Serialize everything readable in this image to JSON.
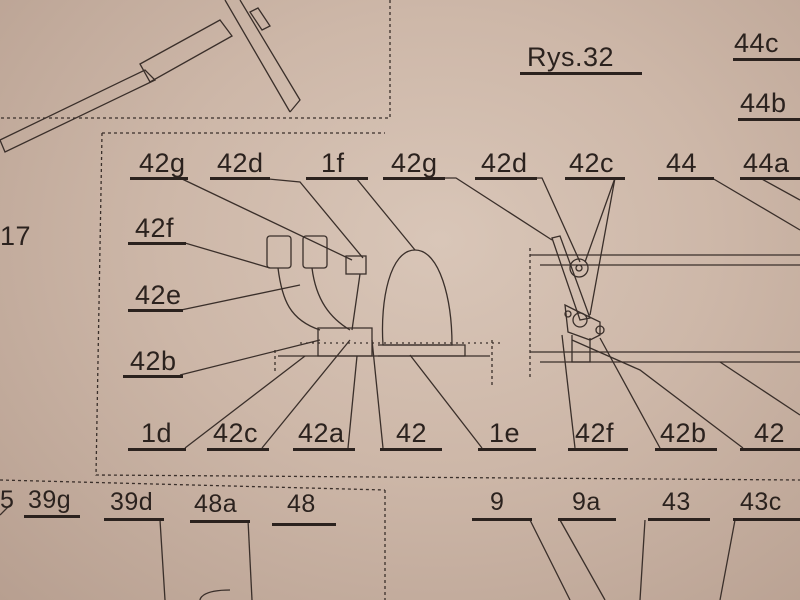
{
  "figure": {
    "title": "Rys.32",
    "inset_labels_top": [
      "42g",
      "42d",
      "1f",
      "42g",
      "42d",
      "42c",
      "44",
      "44a"
    ],
    "inset_labels_left": [
      "42f",
      "42e",
      "42b"
    ],
    "inset_labels_bottom": [
      "1d",
      "42c",
      "42a",
      "42",
      "1e",
      "42f",
      "42b",
      "42"
    ],
    "right_labels": [
      "44c",
      "44b"
    ],
    "left_edge_labels": [
      "17"
    ],
    "page_bottom_labels": [
      "5",
      "39g",
      "39d",
      "48a",
      "48",
      "9",
      "9a",
      "43",
      "43c"
    ]
  }
}
